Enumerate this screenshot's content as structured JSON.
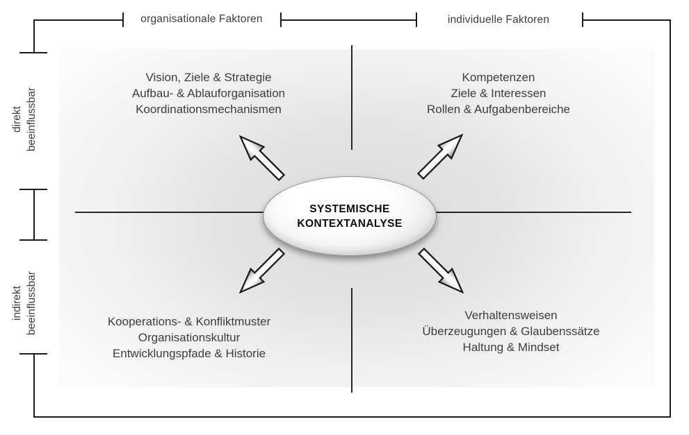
{
  "axes": {
    "top": {
      "left_label": "organisationale Faktoren",
      "right_label": "individuelle Faktoren"
    },
    "left": {
      "upper_line1": "direkt",
      "upper_line2": "beeinflussbar",
      "lower_line1": "indirekt",
      "lower_line2": "beeinflussbar"
    }
  },
  "center": {
    "title_line1": "SYSTEMISCHE",
    "title_line2": "KONTEXTANALYSE"
  },
  "quadrants": {
    "top_left": {
      "items": [
        "Vision, Ziele & Strategie",
        "Aufbau- & Ablauforganisation",
        "Koordinationsmechanismen"
      ]
    },
    "top_right": {
      "items": [
        "Kompetenzen",
        "Ziele & Interessen",
        "Rollen & Aufgabenbereiche"
      ]
    },
    "bottom_left": {
      "items": [
        "Kooperations- & Konfliktmuster",
        "Organisationskultur",
        "Entwicklungspfade & Historie"
      ]
    },
    "bottom_right": {
      "items": [
        "Verhaltensweisen",
        "Überzeugungen & Glaubenssätze",
        "Haltung & Mindset"
      ]
    }
  },
  "colors": {
    "line": "#1c1c1c",
    "text": "#3d3d3d",
    "center_text": "#0c0c0c",
    "backdrop_gray": "#dedede"
  }
}
